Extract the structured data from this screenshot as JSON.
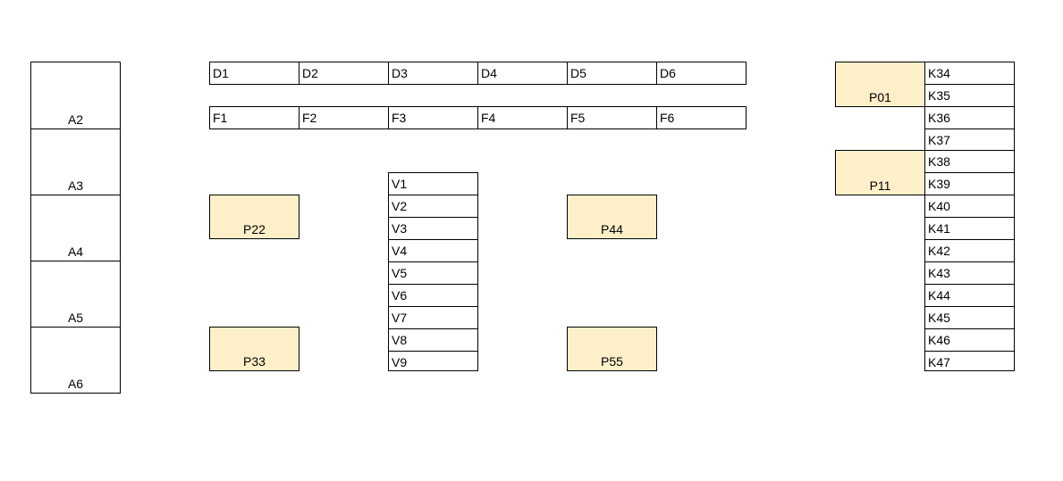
{
  "colors": {
    "highlight": "#fdefc8",
    "border": "#000000",
    "background": "#ffffff"
  },
  "a_column": [
    "A2",
    "A3",
    "A4",
    "A5",
    "A6"
  ],
  "d_row": [
    "D1",
    "D2",
    "D3",
    "D4",
    "D5",
    "D6"
  ],
  "f_row": [
    "F1",
    "F2",
    "F3",
    "F4",
    "F5",
    "F6"
  ],
  "v_column": [
    "V1",
    "V2",
    "V3",
    "V4",
    "V5",
    "V6",
    "V7",
    "V8",
    "V9"
  ],
  "k_column": [
    "K34",
    "K35",
    "K36",
    "K37",
    "K38",
    "K39",
    "K40",
    "K41",
    "K42",
    "K43",
    "K44",
    "K45",
    "K46",
    "K47"
  ],
  "p_boxes": {
    "p01": "P01",
    "p11": "P11",
    "p22": "P22",
    "p33": "P33",
    "p44": "P44",
    "p55": "P55"
  }
}
